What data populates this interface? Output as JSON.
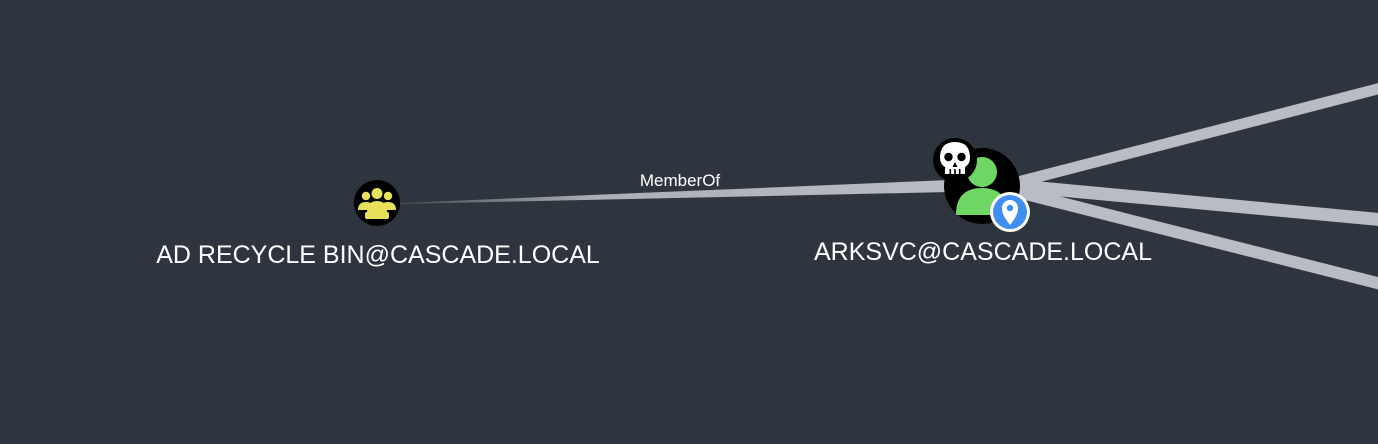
{
  "graph": {
    "background": "#2f353e",
    "edge_color": "#b9bcc2",
    "nodes": [
      {
        "id": "group",
        "label": "AD RECYCLE BIN@CASCADE.LOCAL",
        "type": "group",
        "icon": "group-icon",
        "icon_color": "#e6e05a"
      },
      {
        "id": "user",
        "label": "ARKSVC@CASCADE.LOCAL",
        "type": "user",
        "icon": "user-icon",
        "icon_color": "#6fd663",
        "badges": [
          {
            "icon": "skull-icon",
            "meaning": "owned"
          },
          {
            "icon": "location-pin-icon",
            "color": "#3f8ff0"
          }
        ]
      }
    ],
    "edges": [
      {
        "from": "user",
        "to": "group",
        "label": "MemberOf"
      }
    ]
  }
}
